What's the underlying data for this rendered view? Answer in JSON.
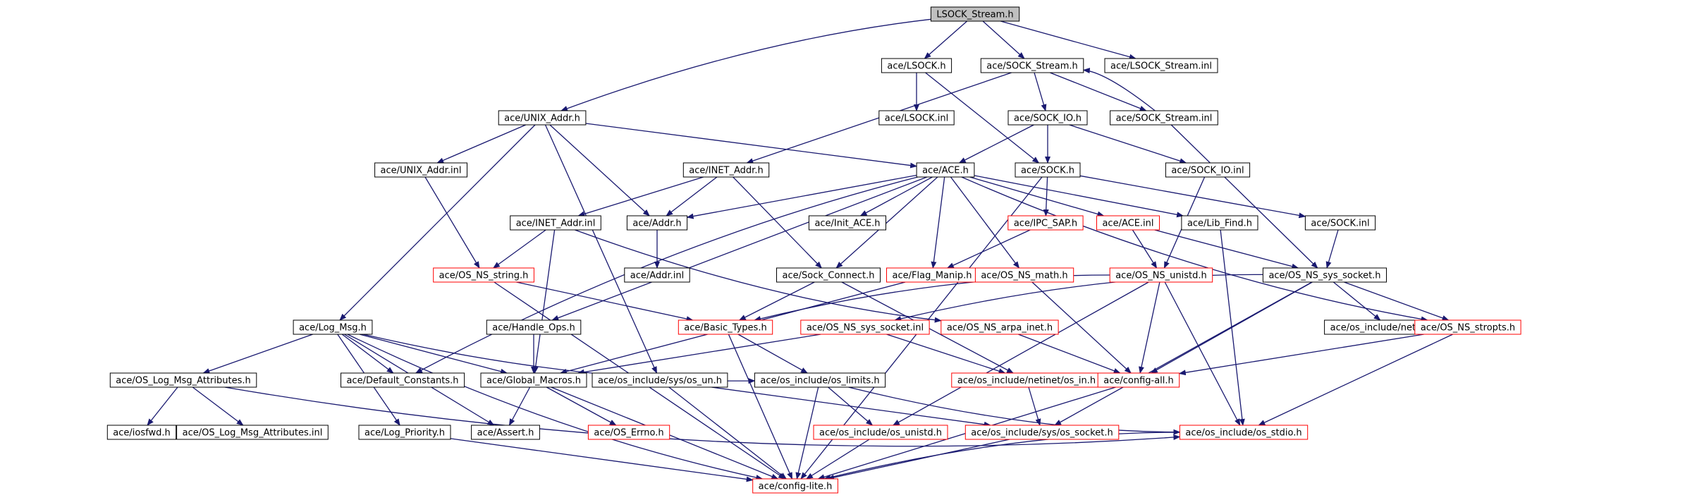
{
  "colors": {
    "edge": "#191970",
    "node_border_documented": "#000000",
    "node_border_undocumented": "#ff0000",
    "root_fill": "#bfbfbf",
    "node_fill": "#ffffff"
  },
  "nodes": [
    {
      "id": "root",
      "label": "LSOCK_Stream.h",
      "style": "root"
    },
    {
      "id": "lsock_h",
      "label": "ace/LSOCK.h",
      "style": "black"
    },
    {
      "id": "sock_stream_h",
      "label": "ace/SOCK_Stream.h",
      "style": "black"
    },
    {
      "id": "lsock_stream_inl",
      "label": "ace/LSOCK_Stream.inl",
      "style": "black"
    },
    {
      "id": "unix_addr_h",
      "label": "ace/UNIX_Addr.h",
      "style": "black"
    },
    {
      "id": "lsock_inl",
      "label": "ace/LSOCK.inl",
      "style": "black"
    },
    {
      "id": "sock_io_h",
      "label": "ace/SOCK_IO.h",
      "style": "black"
    },
    {
      "id": "sock_stream_inl",
      "label": "ace/SOCK_Stream.inl",
      "style": "black"
    },
    {
      "id": "unix_addr_inl",
      "label": "ace/UNIX_Addr.inl",
      "style": "black"
    },
    {
      "id": "inet_addr_h",
      "label": "ace/INET_Addr.h",
      "style": "black"
    },
    {
      "id": "ace_h",
      "label": "ace/ACE.h",
      "style": "black"
    },
    {
      "id": "sock_h",
      "label": "ace/SOCK.h",
      "style": "black"
    },
    {
      "id": "sock_io_inl",
      "label": "ace/SOCK_IO.inl",
      "style": "black"
    },
    {
      "id": "inet_addr_inl",
      "label": "ace/INET_Addr.inl",
      "style": "black"
    },
    {
      "id": "addr_h",
      "label": "ace/Addr.h",
      "style": "black"
    },
    {
      "id": "init_ace_h",
      "label": "ace/Init_ACE.h",
      "style": "black"
    },
    {
      "id": "ipc_sap_h",
      "label": "ace/IPC_SAP.h",
      "style": "red"
    },
    {
      "id": "ace_inl",
      "label": "ace/ACE.inl",
      "style": "red"
    },
    {
      "id": "lib_find_h",
      "label": "ace/Lib_Find.h",
      "style": "black"
    },
    {
      "id": "sock_inl",
      "label": "ace/SOCK.inl",
      "style": "black"
    },
    {
      "id": "os_ns_string_h",
      "label": "ace/OS_NS_string.h",
      "style": "red"
    },
    {
      "id": "addr_inl",
      "label": "ace/Addr.inl",
      "style": "black"
    },
    {
      "id": "sock_connect_h",
      "label": "ace/Sock_Connect.h",
      "style": "black"
    },
    {
      "id": "flag_manip_h",
      "label": "ace/Flag_Manip.h",
      "style": "red"
    },
    {
      "id": "os_ns_math_h",
      "label": "ace/OS_NS_math.h",
      "style": "red"
    },
    {
      "id": "os_ns_unistd_h",
      "label": "ace/OS_NS_unistd.h",
      "style": "red"
    },
    {
      "id": "os_ns_sys_socket_h",
      "label": "ace/OS_NS_sys_socket.h",
      "style": "black"
    },
    {
      "id": "log_msg_h",
      "label": "ace/Log_Msg.h",
      "style": "black"
    },
    {
      "id": "handle_ops_h",
      "label": "ace/Handle_Ops.h",
      "style": "black"
    },
    {
      "id": "basic_types_h",
      "label": "ace/Basic_Types.h",
      "style": "red"
    },
    {
      "id": "os_ns_sys_socket_inl",
      "label": "ace/OS_NS_sys_socket.inl",
      "style": "red"
    },
    {
      "id": "os_ns_arpa_inet_h",
      "label": "ace/OS_NS_arpa_inet.h",
      "style": "red"
    },
    {
      "id": "os_if_h",
      "label": "ace/os_include/net/os_if.h",
      "style": "black"
    },
    {
      "id": "os_ns_stropts_h",
      "label": "ace/OS_NS_stropts.h",
      "style": "red"
    },
    {
      "id": "os_log_msg_attr_h",
      "label": "ace/OS_Log_Msg_Attributes.h",
      "style": "black"
    },
    {
      "id": "default_constants_h",
      "label": "ace/Default_Constants.h",
      "style": "black"
    },
    {
      "id": "global_macros_h",
      "label": "ace/Global_Macros.h",
      "style": "black"
    },
    {
      "id": "os_un_h",
      "label": "ace/os_include/sys/os_un.h",
      "style": "black"
    },
    {
      "id": "os_limits_h",
      "label": "ace/os_include/os_limits.h",
      "style": "black"
    },
    {
      "id": "os_in_h",
      "label": "ace/os_include/netinet/os_in.h",
      "style": "red"
    },
    {
      "id": "config_all_h",
      "label": "ace/config-all.h",
      "style": "red"
    },
    {
      "id": "iosfwd_h",
      "label": "ace/iosfwd.h",
      "style": "black"
    },
    {
      "id": "os_log_msg_attr_inl",
      "label": "ace/OS_Log_Msg_Attributes.inl",
      "style": "black"
    },
    {
      "id": "log_priority_h",
      "label": "ace/Log_Priority.h",
      "style": "black"
    },
    {
      "id": "assert_h",
      "label": "ace/Assert.h",
      "style": "black"
    },
    {
      "id": "os_errno_h",
      "label": "ace/OS_Errno.h",
      "style": "red"
    },
    {
      "id": "os_unistd_h",
      "label": "ace/os_include/os_unistd.h",
      "style": "red"
    },
    {
      "id": "os_socket_h",
      "label": "ace/os_include/sys/os_socket.h",
      "style": "red"
    },
    {
      "id": "os_stdio_h",
      "label": "ace/os_include/os_stdio.h",
      "style": "red"
    },
    {
      "id": "config_lite_h",
      "label": "ace/config-lite.h",
      "style": "red"
    }
  ],
  "edges": [
    [
      "root",
      "lsock_h"
    ],
    [
      "root",
      "sock_stream_h"
    ],
    [
      "root",
      "lsock_stream_inl"
    ],
    [
      "root",
      "unix_addr_h"
    ],
    [
      "lsock_h",
      "lsock_inl"
    ],
    [
      "lsock_h",
      "sock_h"
    ],
    [
      "sock_stream_h",
      "sock_io_h"
    ],
    [
      "sock_stream_h",
      "sock_stream_inl"
    ],
    [
      "sock_stream_h",
      "inet_addr_h"
    ],
    [
      "sock_stream_inl",
      "sock_stream_h"
    ],
    [
      "sock_stream_inl",
      "os_ns_sys_socket_h"
    ],
    [
      "unix_addr_h",
      "unix_addr_inl"
    ],
    [
      "unix_addr_h",
      "addr_h"
    ],
    [
      "unix_addr_h",
      "ace_h"
    ],
    [
      "unix_addr_h",
      "log_msg_h"
    ],
    [
      "unix_addr_h",
      "os_un_h"
    ],
    [
      "unix_addr_inl",
      "os_ns_string_h"
    ],
    [
      "sock_io_h",
      "ace_h"
    ],
    [
      "sock_io_h",
      "sock_h"
    ],
    [
      "sock_io_h",
      "sock_io_inl"
    ],
    [
      "sock_io_inl",
      "os_ns_unistd_h"
    ],
    [
      "inet_addr_h",
      "addr_h"
    ],
    [
      "inet_addr_h",
      "inet_addr_inl"
    ],
    [
      "inet_addr_h",
      "sock_connect_h"
    ],
    [
      "inet_addr_inl",
      "os_ns_string_h"
    ],
    [
      "inet_addr_inl",
      "global_macros_h"
    ],
    [
      "inet_addr_inl",
      "os_ns_arpa_inet_h"
    ],
    [
      "addr_h",
      "addr_inl"
    ],
    [
      "ace_h",
      "init_ace_h"
    ],
    [
      "ace_h",
      "addr_h"
    ],
    [
      "ace_h",
      "ace_inl"
    ],
    [
      "ace_h",
      "lib_find_h"
    ],
    [
      "ace_h",
      "flag_manip_h"
    ],
    [
      "ace_h",
      "os_ns_math_h"
    ],
    [
      "ace_h",
      "sock_connect_h"
    ],
    [
      "ace_h",
      "handle_ops_h"
    ],
    [
      "ace_h",
      "default_constants_h"
    ],
    [
      "ace_h",
      "os_ns_stropts_h"
    ],
    [
      "sock_h",
      "ipc_sap_h"
    ],
    [
      "sock_h",
      "sock_inl"
    ],
    [
      "sock_h",
      "config_lite_h"
    ],
    [
      "ipc_sap_h",
      "flag_manip_h"
    ],
    [
      "ace_inl",
      "os_ns_unistd_h"
    ],
    [
      "ace_inl",
      "os_ns_sys_socket_h"
    ],
    [
      "lib_find_h",
      "os_stdio_h"
    ],
    [
      "sock_inl",
      "os_ns_sys_socket_h"
    ],
    [
      "flag_manip_h",
      "global_macros_h"
    ],
    [
      "os_ns_math_h",
      "config_all_h"
    ],
    [
      "os_ns_unistd_h",
      "basic_types_h"
    ],
    [
      "os_ns_unistd_h",
      "config_all_h"
    ],
    [
      "os_ns_unistd_h",
      "os_stdio_h"
    ],
    [
      "os_ns_unistd_h",
      "os_unistd_h"
    ],
    [
      "os_ns_sys_socket_h",
      "os_ns_sys_socket_inl"
    ],
    [
      "os_ns_sys_socket_h",
      "os_if_h"
    ],
    [
      "os_ns_sys_socket_h",
      "os_ns_stropts_h"
    ],
    [
      "os_ns_sys_socket_h",
      "config_all_h"
    ],
    [
      "os_ns_sys_socket_h",
      "os_socket_h"
    ],
    [
      "os_ns_string_h",
      "basic_types_h"
    ],
    [
      "os_ns_string_h",
      "config_lite_h"
    ],
    [
      "sock_connect_h",
      "basic_types_h"
    ],
    [
      "sock_connect_h",
      "os_in_h"
    ],
    [
      "handle_ops_h",
      "global_macros_h"
    ],
    [
      "basic_types_h",
      "os_limits_h"
    ],
    [
      "basic_types_h",
      "config_lite_h"
    ],
    [
      "os_ns_sys_socket_inl",
      "global_macros_h"
    ],
    [
      "os_ns_sys_socket_inl",
      "os_in_h"
    ],
    [
      "os_ns_arpa_inet_h",
      "config_all_h"
    ],
    [
      "os_ns_stropts_h",
      "config_all_h"
    ],
    [
      "os_ns_stropts_h",
      "os_stdio_h"
    ],
    [
      "log_msg_h",
      "os_log_msg_attr_h"
    ],
    [
      "log_msg_h",
      "default_constants_h"
    ],
    [
      "log_msg_h",
      "global_macros_h"
    ],
    [
      "log_msg_h",
      "log_priority_h"
    ],
    [
      "log_msg_h",
      "assert_h"
    ],
    [
      "log_msg_h",
      "os_limits_h"
    ],
    [
      "log_msg_h",
      "config_lite_h"
    ],
    [
      "os_log_msg_attr_h",
      "iosfwd_h"
    ],
    [
      "os_log_msg_attr_h",
      "os_log_msg_attr_inl"
    ],
    [
      "os_log_msg_attr_h",
      "os_stdio_h"
    ],
    [
      "global_macros_h",
      "assert_h"
    ],
    [
      "global_macros_h",
      "os_errno_h"
    ],
    [
      "global_macros_h",
      "config_lite_h"
    ],
    [
      "os_un_h",
      "os_socket_h"
    ],
    [
      "os_un_h",
      "config_lite_h"
    ],
    [
      "os_limits_h",
      "os_unistd_h"
    ],
    [
      "os_limits_h",
      "os_stdio_h"
    ],
    [
      "os_limits_h",
      "config_lite_h"
    ],
    [
      "os_in_h",
      "os_socket_h"
    ],
    [
      "config_all_h",
      "config_lite_h"
    ],
    [
      "log_priority_h",
      "config_lite_h"
    ],
    [
      "os_unistd_h",
      "config_lite_h"
    ],
    [
      "os_socket_h",
      "config_lite_h"
    ],
    [
      "os_stdio_h",
      "config_lite_h"
    ]
  ]
}
